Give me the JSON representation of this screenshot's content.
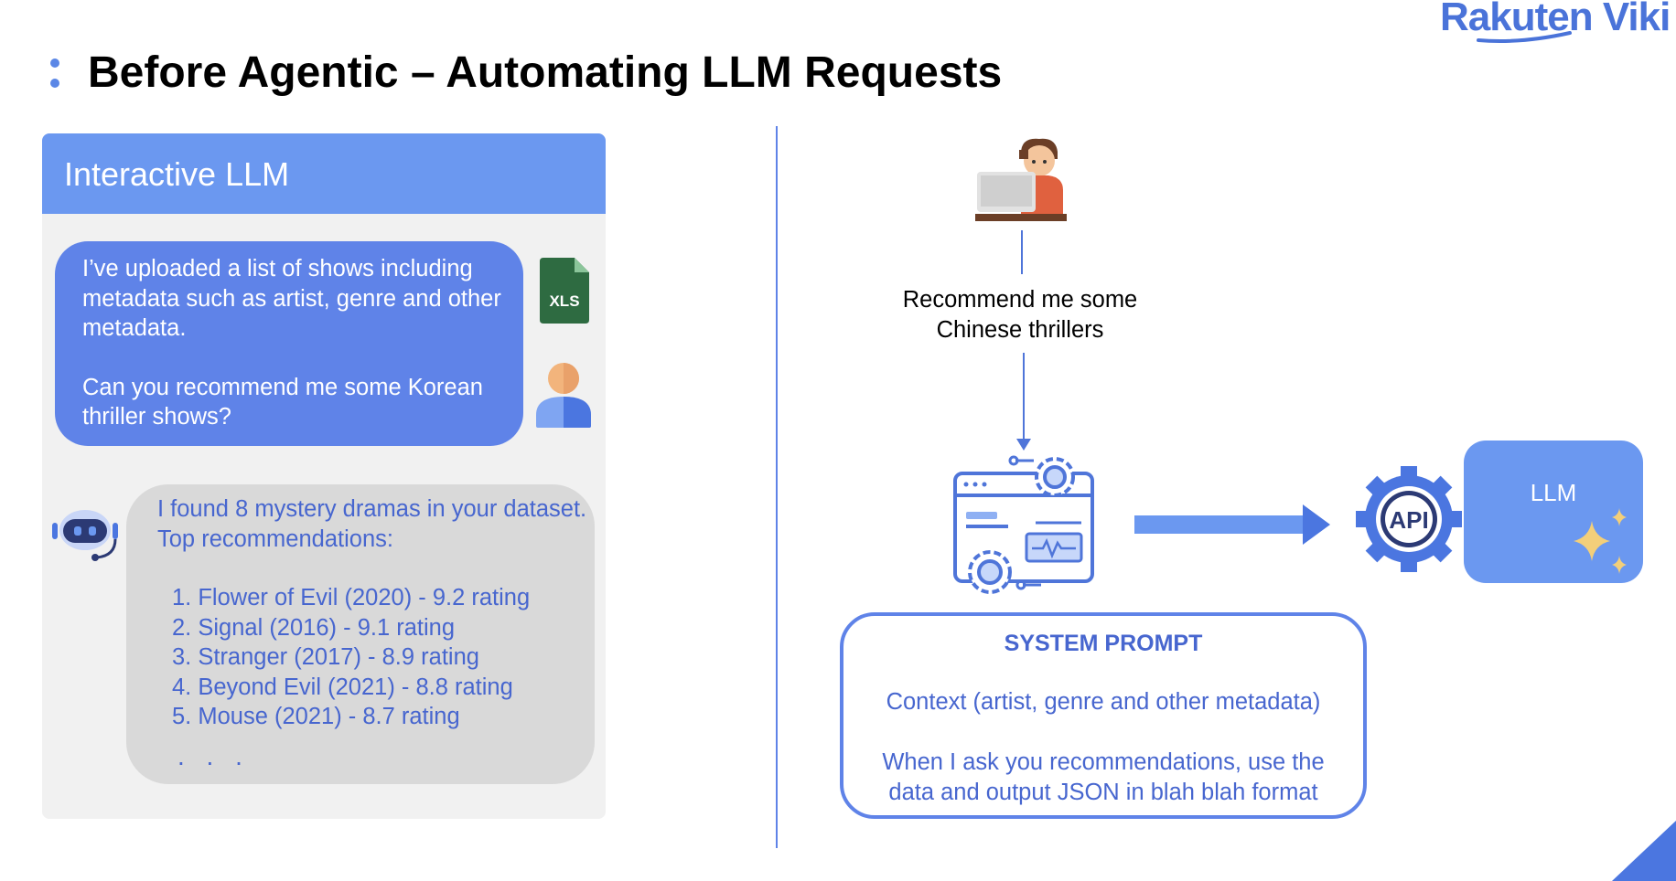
{
  "brand": {
    "logo_text": "Rakuten Viki"
  },
  "slide": {
    "title": "Before Agentic – Automating LLM Requests"
  },
  "left_panel": {
    "header": "Interactive LLM",
    "user_message": {
      "paragraph1": "I’ve uploaded a list of shows including metadata such as artist, genre and other metadata.",
      "paragraph2": "Can you recommend me some Korean thriller shows?"
    },
    "attachment_label": "XLS",
    "bot_message": {
      "intro": "I found 8 mystery dramas in your dataset. Top recommendations:",
      "items": [
        "1. Flower of Evil (2020) - 9.2 rating",
        "2. Signal (2016) - 9.1 rating",
        "3. Stranger (2017) - 8.9 rating",
        "4. Beyond Evil (2021) - 8.8 rating",
        "5. Mouse (2021) - 8.7 rating"
      ],
      "more": ". . ."
    }
  },
  "right_panel": {
    "query_line1": "Recommend me some",
    "query_line2": "Chinese thrillers",
    "system_prompt": {
      "title": "SYSTEM PROMPT",
      "context": "Context (artist, genre and other metadata)",
      "instruction_line1": "When I ask you recommendations, use the",
      "instruction_line2": "data and output JSON in blah blah format"
    },
    "api_label": "API",
    "llm_label": "LLM"
  },
  "colors": {
    "accent_blue": "#6b98f0",
    "bubble_blue": "#5f83e8",
    "text_blue": "#4766cf",
    "excel_green": "#2e6b41"
  },
  "icons": [
    "xls-file-icon",
    "user-avatar-icon",
    "robot-icon",
    "person-at-computer-icon",
    "app-settings-gears-icon",
    "api-gear-icon",
    "sparkle-icon"
  ]
}
